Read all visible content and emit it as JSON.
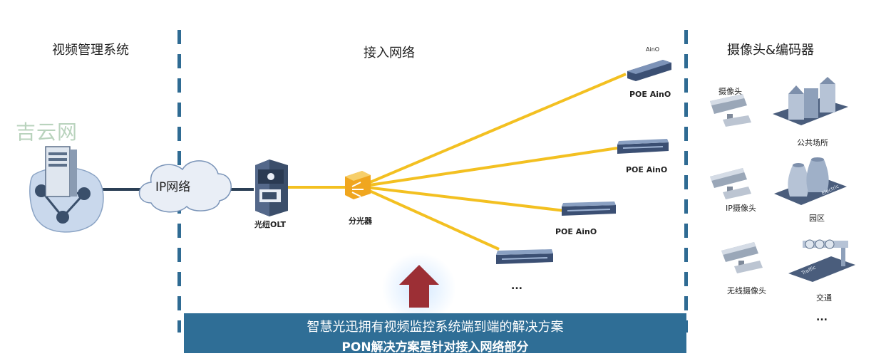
{
  "sections": {
    "left_title": "视频管理系统",
    "middle_title": "接入网络",
    "right_title": "摄像头&编码器"
  },
  "watermark": "吉云网",
  "cloud_label": "IP网络",
  "olt_label": "光纽OLT",
  "splitter_label": "分光器",
  "poe_top_tag": "AinO",
  "poe_labels": [
    "POE AinO",
    "POE AinO",
    "POE AinO",
    "..."
  ],
  "cameras": [
    {
      "label": "摄像头",
      "icon": "camera-icon"
    },
    {
      "label": "IP摄像头",
      "icon": "camera-icon"
    },
    {
      "label": "无线摄像头",
      "icon": "camera-icon"
    }
  ],
  "places": [
    {
      "label": "公共场所",
      "icon": "buildings-icon"
    },
    {
      "label": "园区",
      "icon": "cooling-tower-icon",
      "tag": "Electric"
    },
    {
      "label": "交通",
      "icon": "traffic-light-icon",
      "tag": "Traffic"
    }
  ],
  "right_ellipsis": "...",
  "banner": {
    "line1": "智慧光迅拥有视频监控系统端到端的解决方案",
    "line2": "PON解决方案是针对接入网络部分"
  },
  "colors": {
    "divider": "#2f6b93",
    "banner": "#2f6e96",
    "fiber": "#f3c021",
    "arrow": "#9c2f35",
    "cloud": "#e9eef6"
  }
}
